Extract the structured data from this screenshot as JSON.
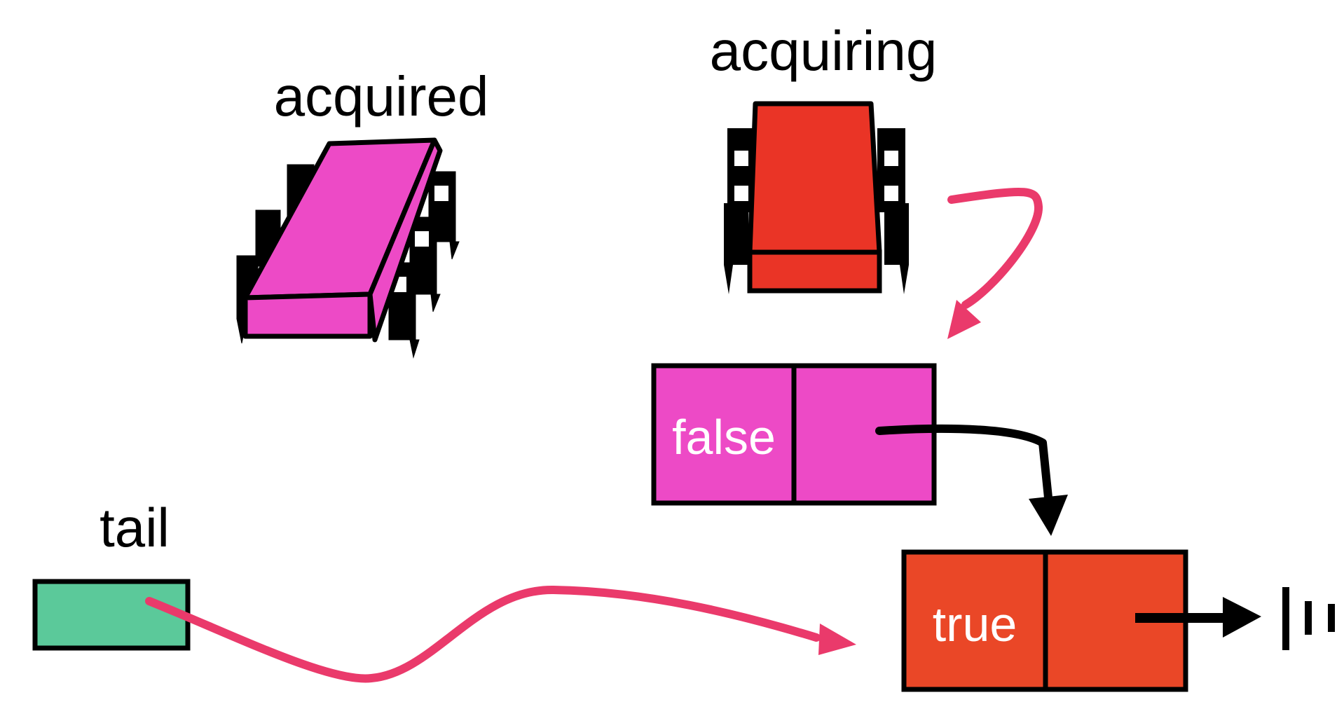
{
  "labels": {
    "acquired": "acquired",
    "acquiring": "acquiring",
    "tail": "tail"
  },
  "nodes": {
    "false_node": {
      "value": "false"
    },
    "true_node": {
      "value": "true"
    }
  },
  "colors": {
    "magenta": "#ED4AC6",
    "red": "#EA3426",
    "orange_red": "#EA4727",
    "green": "#5BC99A",
    "arrow_pink": "#EA3A6B",
    "outline": "#000000",
    "text_on_node": "#FFFFFF"
  }
}
